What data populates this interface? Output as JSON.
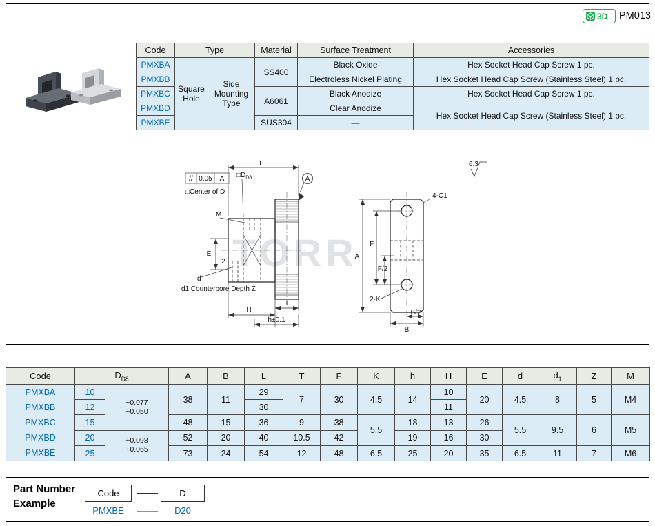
{
  "colors": {
    "accent_blue": "#0068b7",
    "badge_green": "#1faa53",
    "header_bg": "#e8eae4",
    "cell_bg": "#dcecf7"
  },
  "header": {
    "page_code": "PM013",
    "badge_3d": "3D"
  },
  "spec_table": {
    "headers": {
      "code": "Code",
      "type": "Type",
      "material": "Material",
      "surface_treatment": "Surface Treatment",
      "accessories": "Accessories"
    },
    "type_hole": "Square Hole",
    "type_mount": "Side Mounting Type",
    "materials": {
      "m1": "SS400",
      "m2": "A6061",
      "m3": "SUS304"
    },
    "rows": [
      {
        "code": "PMXBA",
        "surface": "Black Oxide",
        "accessories": "Hex Socket Head Cap Screw 1 pc."
      },
      {
        "code": "PMXBB",
        "surface": "Electroless Nickel Plating",
        "accessories": "Hex Socket Head Cap Screw (Stainless Steel) 1 pc."
      },
      {
        "code": "PMXBC",
        "surface": "Black Anodize",
        "accessories": "Hex Socket Head Cap Screw 1 pc."
      },
      {
        "code": "PMXBD",
        "surface": "Clear Anodize",
        "accessories": "Hex Socket Head Cap Screw (Stainless Steel) 1 pc."
      },
      {
        "code": "PMXBE",
        "surface": "—"
      }
    ]
  },
  "drawing": {
    "watermark": "TORR",
    "labels": {
      "L": "L",
      "square_d": "□D",
      "d_sub": "D8",
      "parallel_sym": "//",
      "parallel_tol": "0.05",
      "parallel_datum": "A",
      "center_of_d": "□Center of D",
      "M": "M",
      "E": "E",
      "two": "2",
      "d": "d",
      "counterbore": "d1 Counterbore Depth Z",
      "T": "T",
      "H": "H",
      "h_tol": "h±0.1",
      "datum_a": "A",
      "chamfer": "4-C1",
      "A": "A",
      "F": "F",
      "F2": "F/2",
      "holes": "2-K",
      "B2": "B/2",
      "B": "B",
      "roughness": "6.3"
    }
  },
  "dim_table": {
    "headers": {
      "code": "Code",
      "D": "D",
      "D_sub": "D8",
      "A": "A",
      "B": "B",
      "L": "L",
      "T": "T",
      "F": "F",
      "K": "K",
      "h": "h",
      "H": "H",
      "E": "E",
      "d": "d",
      "d1": "d",
      "d1_sub": "1",
      "Z": "Z",
      "M": "M"
    },
    "codes": [
      "PMXBA",
      "PMXBB",
      "PMXBC",
      "PMXBD",
      "PMXBE"
    ],
    "sizes": [
      "10",
      "12",
      "15",
      "20",
      "25"
    ],
    "tolerances": {
      "g1_upper": "+0.077",
      "g1_lower": "+0.050",
      "g2_upper": "+0.098",
      "g2_lower": "+0.065"
    },
    "rows": {
      "r0": {
        "A": "38",
        "B": "11",
        "L": "29",
        "T": "7",
        "F": "30",
        "K": "4.5",
        "h": "14",
        "H": "10",
        "E": "20",
        "d": "4.5",
        "d1": "8",
        "Z": "5",
        "M": "M4"
      },
      "r1": {
        "L": "30",
        "H": "11"
      },
      "r2": {
        "A": "48",
        "B": "15",
        "L": "36",
        "T": "9",
        "F": "38",
        "K": "5.5",
        "h": "18",
        "H": "13",
        "E": "26",
        "d": "5.5",
        "d1": "9.5",
        "Z": "6",
        "M": "M5"
      },
      "r3": {
        "A": "52",
        "B": "20",
        "L": "40",
        "T": "10.5",
        "F": "42",
        "h": "19",
        "H": "16",
        "E": "30"
      },
      "r4": {
        "A": "73",
        "B": "24",
        "L": "54",
        "T": "12",
        "F": "48",
        "K": "6.5",
        "h": "25",
        "H": "20",
        "E": "35",
        "d": "6.5",
        "d1": "11",
        "Z": "7",
        "M": "M6"
      }
    }
  },
  "part_number_example": {
    "title_line1": "Part Number",
    "title_line2": "Example",
    "code_label": "Code",
    "d_label": "D",
    "example_code": "PMXBE",
    "example_d": "D20"
  }
}
